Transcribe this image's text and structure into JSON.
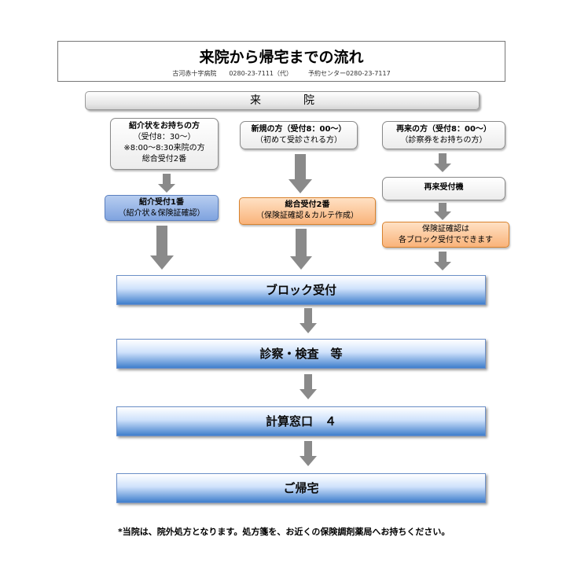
{
  "title": {
    "main": "来院から帰宅までの流れ",
    "hospital": "古河赤十字病院",
    "phone_main": "0280-23-7111（代）",
    "reservation": "予約センター0280-23-7117"
  },
  "arrival": "来　院",
  "columns": [
    {
      "lines": [
        "紹介状をお持ちの方",
        "（受付8：30～）",
        "※8:00～8:30来院の方",
        "総合受付2番"
      ],
      "desk": [
        "紹介受付1番",
        "（紹介状＆保険証確認）"
      ]
    },
    {
      "lines": [
        "新規の方（受付8：00～）",
        "（初めて受診される方）"
      ],
      "desk": [
        "総合受付2番",
        "（保険証確認＆カルテ作成）"
      ]
    },
    {
      "lines": [
        "再来の方（受付8：00～）",
        "（診察券をお持ちの方）"
      ],
      "machine": "再来受付機",
      "desk": [
        "保険証確認は",
        "各ブロック受付でできます"
      ]
    }
  ],
  "stages": [
    "ブロック受付",
    "診察・検査　等",
    "計算窓口　４",
    "ご帰宅"
  ],
  "footnote": "*当院は、院外処方となります。処方箋を、お近くの保険調剤薬局へお持ちください。",
  "colors": {
    "blue_box": "#8fb0e6",
    "orange_box": "#fbc08c",
    "stage_gradient_end": "#3f7fcc",
    "arrow": "#8a8a8a"
  }
}
